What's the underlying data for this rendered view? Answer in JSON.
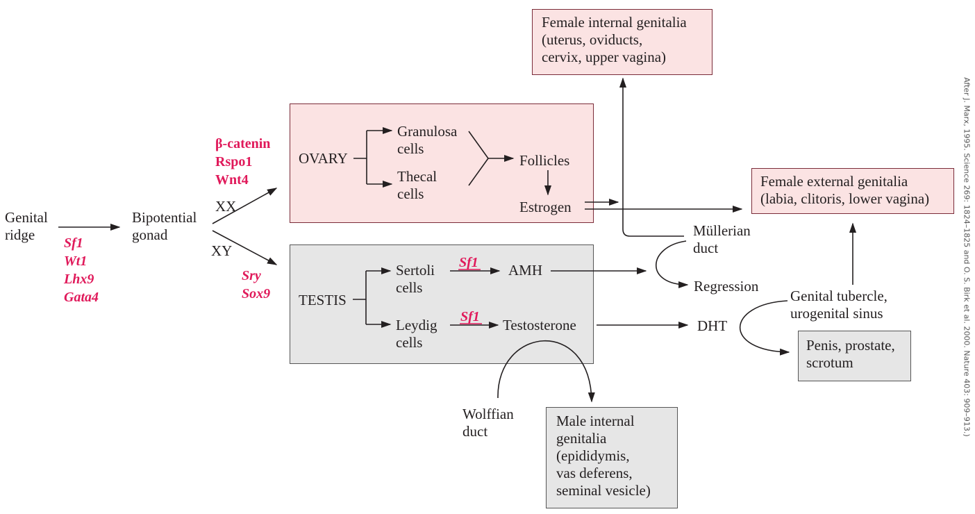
{
  "nodes": {
    "genital_ridge": "Genital\nridge",
    "bipotential_gonad": "Bipotential\ngonad",
    "xx": "XX",
    "xy": "XY",
    "ovary": "OVARY",
    "granulosa": "Granulosa\ncells",
    "thecal": "Thecal\ncells",
    "follicles": "Follicles",
    "estrogen": "Estrogen",
    "testis": "TESTIS",
    "sertoli": "Sertoli\ncells",
    "leydig": "Leydig\ncells",
    "amh": "AMH",
    "testosterone": "Testosterone",
    "mullerian": "Müllerian\nduct",
    "regression": "Regression",
    "dht": "DHT",
    "wolffian": "Wolffian\nduct",
    "genital_tubercle": "Genital tubercle,\nurogenital sinus",
    "female_internal": "Female internal genitalia\n(uterus, oviducts,\ncervix, upper vagina)",
    "female_external": "Female external genitalia\n(labia, clitoris, lower vagina)",
    "male_internal": "Male internal\ngenitalia\n(epididymis,\nvas deferens,\nseminal vesicle)",
    "penis": "Penis, prostate,\nscrotum"
  },
  "genes": {
    "ridge_genes": "Sf1\nWt1\nLhx9\nGata4",
    "female_genes": "β-catenin\nRspo1\nWnt4",
    "male_genes": "Sry\nSox9",
    "sf1_sertoli": "Sf1",
    "sf1_leydig": "Sf1"
  },
  "credit": "After J. Marx, 1995. Science 269: 1824–1825 and O. S. Birk et al. 2000. Nature 403: 909–913.)",
  "colors": {
    "gene_text": "#e0195a",
    "female_fill": "#fbe3e3",
    "male_fill": "#e6e6e6",
    "arrow": "#231f20"
  }
}
